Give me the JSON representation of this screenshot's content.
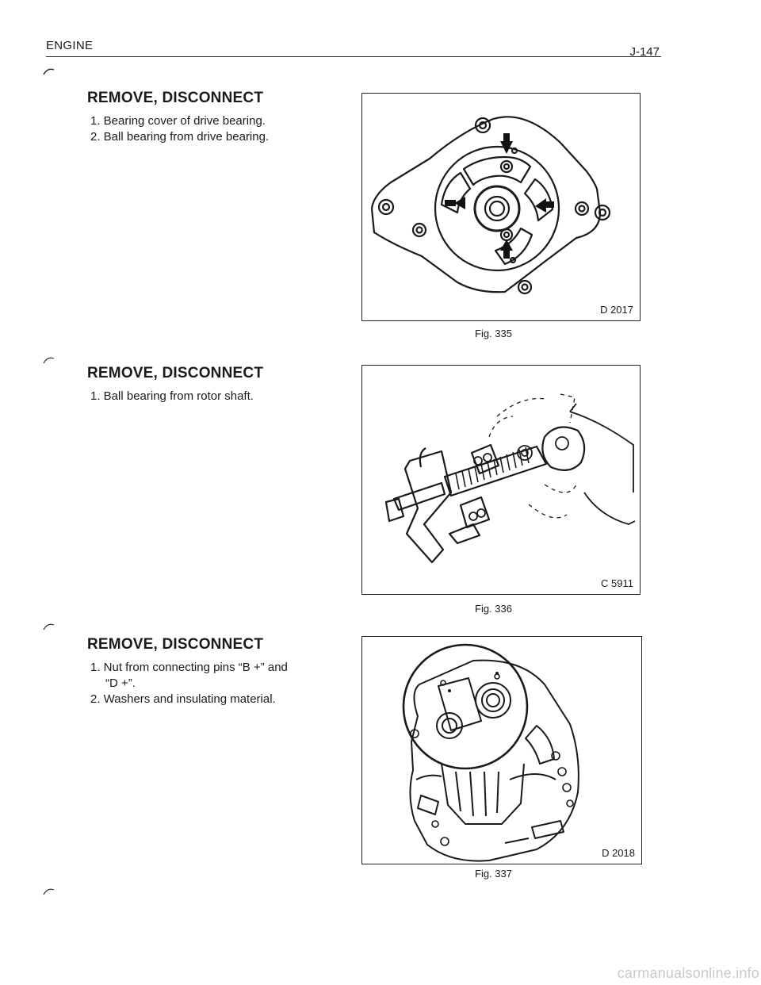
{
  "header": {
    "section": "ENGINE",
    "page_number": "J-147"
  },
  "steps": [
    {
      "heading": "REMOVE, DISCONNECT",
      "items": [
        "1. Bearing cover of drive bearing.",
        "2. Ball bearing from drive bearing."
      ],
      "figure": {
        "id": "D 2017",
        "caption": "Fig. 335"
      }
    },
    {
      "heading": "REMOVE, DISCONNECT",
      "items": [
        "1. Ball bearing from rotor shaft."
      ],
      "figure": {
        "id": "C 5911",
        "caption": "Fig. 336"
      }
    },
    {
      "heading": "REMOVE, DISCONNECT",
      "items": [
        "1. Nut from connecting pins “B +” and",
        "“D +”.",
        "2. Washers and insulating material."
      ],
      "figure": {
        "id": "D 2018",
        "caption": "Fig. 337"
      }
    }
  ],
  "footer": {
    "watermark": "carmanualsonline.info"
  }
}
